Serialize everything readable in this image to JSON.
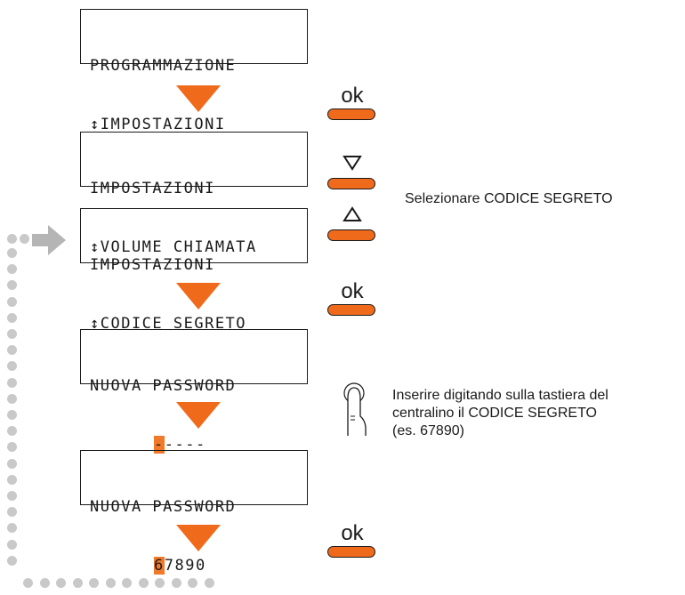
{
  "screens": [
    {
      "line1": "PROGRAMMAZIONE",
      "line2": "↕IMPOSTAZIONI"
    },
    {
      "line1": "IMPOSTAZIONI",
      "line2": "↕VOLUME CHIAMATA"
    },
    {
      "line1": "IMPOSTAZIONI",
      "line2": "↕CODICE SEGRETO"
    },
    {
      "line1": "NUOVA PASSWORD",
      "line2_cursor": "-",
      "line2_rest": "----"
    },
    {
      "line1": "NUOVA PASSWORD",
      "line2_cursor": "6",
      "line2_rest": "7890"
    }
  ],
  "keys": {
    "ok_label": "ok",
    "down_icon": "triangle-down-outline-icon",
    "up_icon": "triangle-up-outline-icon"
  },
  "notes": {
    "select": "Selezionare CODICE SEGRETO",
    "enter_line1": "Inserire digitando sulla tastiera del",
    "enter_line2": "centralino il CODICE SEGRETO",
    "enter_line3": "(es. 67890)"
  },
  "icons": {
    "finger": "finger-press-icon",
    "arrow": "gray-right-arrow-icon",
    "loop": "dotted-return-path"
  },
  "colors": {
    "accent": "#f06a1c",
    "cursor": "#f07a2a",
    "dots": "#c9c9c9",
    "text": "#1a1a1a"
  }
}
